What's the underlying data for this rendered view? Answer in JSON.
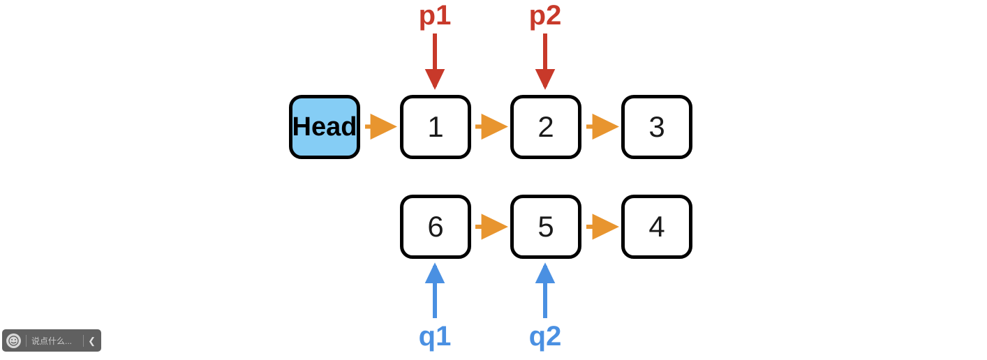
{
  "diagram": {
    "title": "linked-list-two-pointer-diagram",
    "colors": {
      "head_fill": "#85cdf5",
      "node_border": "#000000",
      "node_fill": "#ffffff",
      "link_arrow": "#e8952f",
      "p_pointer": "#c8392a",
      "q_pointer": "#4a90e2",
      "background": "#ffffff"
    },
    "rows": [
      {
        "name": "upper-row",
        "nodes": [
          {
            "label": "Head",
            "kind": "head"
          },
          {
            "label": "1",
            "kind": "value"
          },
          {
            "label": "2",
            "kind": "value"
          },
          {
            "label": "3",
            "kind": "value"
          }
        ]
      },
      {
        "name": "lower-row",
        "nodes": [
          {
            "label": "6",
            "kind": "value"
          },
          {
            "label": "5",
            "kind": "value"
          },
          {
            "label": "4",
            "kind": "value"
          }
        ]
      }
    ],
    "pointers": [
      {
        "label": "p1",
        "color": "#c8392a",
        "direction": "down",
        "target": "1"
      },
      {
        "label": "p2",
        "color": "#c8392a",
        "direction": "down",
        "target": "2"
      },
      {
        "label": "q1",
        "color": "#4a90e2",
        "direction": "up",
        "target": "6"
      },
      {
        "label": "q2",
        "color": "#4a90e2",
        "direction": "up",
        "target": "5"
      }
    ]
  },
  "player_overlay": {
    "emoji_icon": "smiley-face-icon",
    "comment_placeholder": "说点什么...",
    "collapse_icon": "chevron-left-icon"
  }
}
